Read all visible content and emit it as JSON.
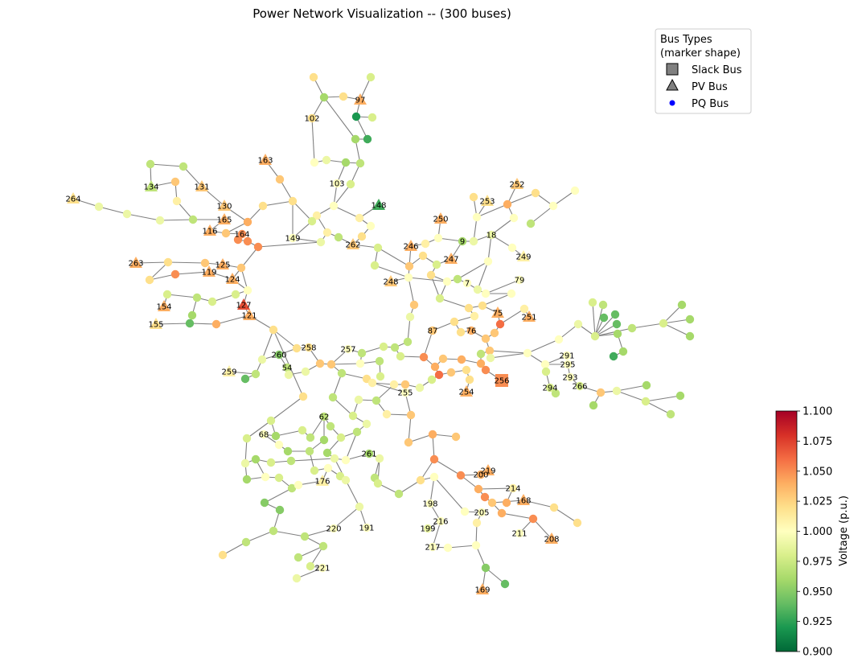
{
  "title": "Power Network Visualization -- (300 buses)",
  "legend": {
    "title_line1": "Bus Types",
    "title_line2": "(marker shape)",
    "items": [
      {
        "label": "Slack Bus",
        "shape": "square"
      },
      {
        "label": "PV Bus",
        "shape": "triangle"
      },
      {
        "label": "PQ Bus",
        "shape": "circle"
      }
    ]
  },
  "colorbar": {
    "label": "Voltage (p.u.)",
    "min": 0.9,
    "max": 1.1,
    "ticks": [
      "0.900",
      "0.925",
      "0.950",
      "0.975",
      "1.000",
      "1.025",
      "1.050",
      "1.075",
      "1.100"
    ]
  },
  "bus_labels": [
    "97",
    "102",
    "103",
    "148",
    "163",
    "134",
    "131",
    "130",
    "264",
    "165",
    "116",
    "164",
    "149",
    "262",
    "250",
    "246",
    "247",
    "9",
    "18",
    "253",
    "252",
    "249",
    "263",
    "125",
    "119",
    "124",
    "248",
    "7",
    "79",
    "154",
    "127",
    "121",
    "75",
    "251",
    "155",
    "87",
    "76",
    "260",
    "258",
    "257",
    "54",
    "259",
    "291",
    "295",
    "293",
    "294",
    "266",
    "256",
    "255",
    "254",
    "62",
    "68",
    "261",
    "200",
    "219",
    "214",
    "168",
    "176",
    "198",
    "205",
    "216",
    "199",
    "211",
    "208",
    "220",
    "191",
    "217",
    "221",
    "169"
  ]
}
